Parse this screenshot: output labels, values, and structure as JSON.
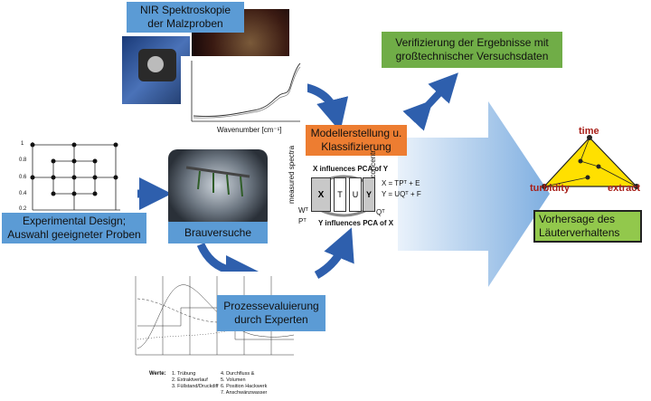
{
  "boxes": {
    "nir": "NIR Spektroskopie\nder Malzproben",
    "verify": "Verifizierung der Ergebnisse mit\ngroßtechnischer Versuchsdaten",
    "model": "Modellerstellung u.\nKlassifizierung",
    "experimental": "Experimental Design;\nAuswahl geeigneter Proben",
    "brau": "Brauversuche",
    "prozess": "Prozessevaluierung\ndurch Experten",
    "vorhersage": "Vorhersage des\nLäuterverhaltens"
  },
  "nir_plot": {
    "xlabel": "Wavenumber [cm⁻¹]"
  },
  "pls": {
    "x_influences": "X influences PCA of Y",
    "y_influences": "Y influences PCA of X",
    "measured": "measured spectra",
    "known": "known concentr.",
    "eq1": "X = TPᵀ + E",
    "eq2": "Y = UQᵀ + F",
    "matrices": {
      "X": "X",
      "T": "T",
      "U": "U",
      "Y": "Y",
      "W": "Wᵀ",
      "P": "Pᵀ",
      "Q": "Qᵀ"
    }
  },
  "triangle": {
    "top": "time",
    "left": "turbidity",
    "right": "extract"
  },
  "grid_ticks": [
    "1",
    "0.8",
    "0.6",
    "0.4",
    "0.2"
  ],
  "process_chart": {
    "legend_title": "Werte:",
    "legend": [
      "1. Trübung",
      "2. Extraktverlauf",
      "3. Füllstand/Druckdiff",
      "4. Durchfluss &",
      "5. Volumen",
      "6. Position Hackwerk",
      "7. Anschwänzwasser"
    ]
  },
  "colors": {
    "box_blue": "#5b9bd5",
    "box_orange": "#ed7d31",
    "box_green": "#70ad47",
    "arrow": "#2e5fad",
    "triangle_fill": "#ffe000",
    "triangle_label": "#a8201a"
  }
}
